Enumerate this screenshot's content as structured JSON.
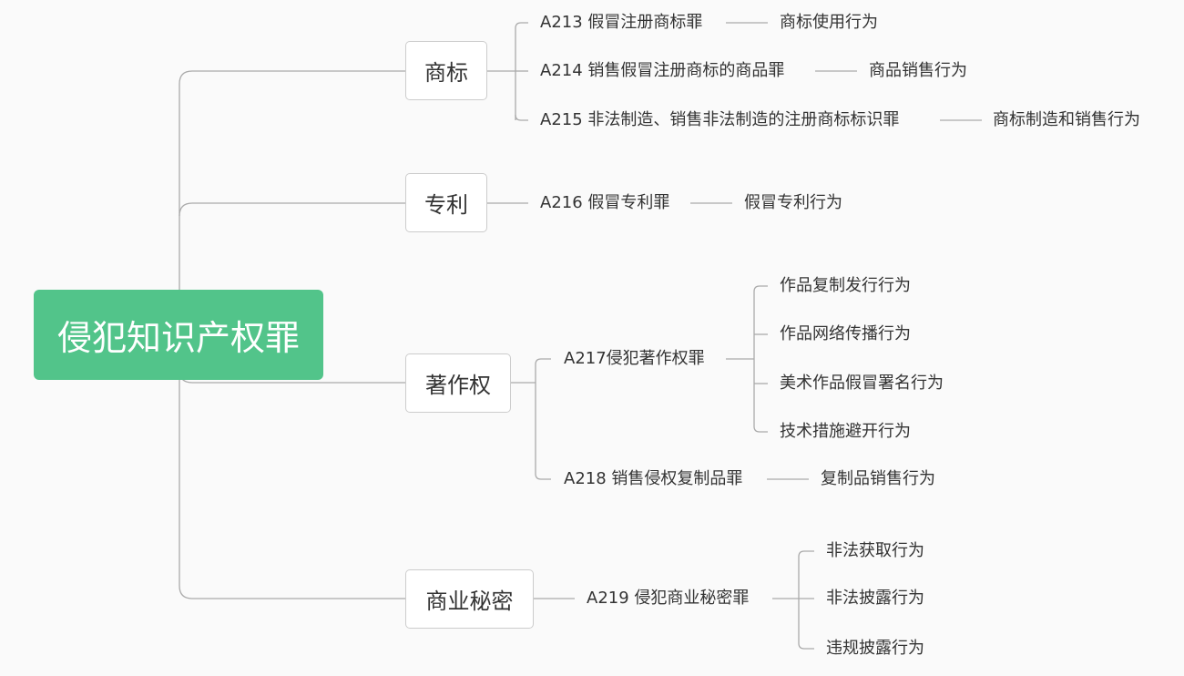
{
  "root": {
    "label": "侵犯知识产权罪"
  },
  "branches": [
    {
      "label": "商标",
      "crimes": [
        {
          "label": "A213 假冒注册商标罪",
          "acts": [
            "商标使用行为"
          ]
        },
        {
          "label": "A214 销售假冒注册商标的商品罪",
          "acts": [
            "商品销售行为"
          ]
        },
        {
          "label": "A215 非法制造、销售非法制造的注册商标标识罪",
          "acts": [
            "商标制造和销售行为"
          ]
        }
      ]
    },
    {
      "label": "专利",
      "crimes": [
        {
          "label": "A216 假冒专利罪",
          "acts": [
            "假冒专利行为"
          ]
        }
      ]
    },
    {
      "label": "著作权",
      "crimes": [
        {
          "label": "A217侵犯著作权罪",
          "acts": [
            "作品复制发行行为",
            "作品网络传播行为",
            "美术作品假冒署名行为",
            "技术措施避开行为"
          ]
        },
        {
          "label": "A218 销售侵权复制品罪",
          "acts": [
            "复制品销售行为"
          ]
        }
      ]
    },
    {
      "label": "商业秘密",
      "crimes": [
        {
          "label": "A219 侵犯商业秘密罪",
          "acts": [
            "非法获取行为",
            "非法披露行为",
            "违规披露行为"
          ]
        }
      ]
    }
  ],
  "colors": {
    "root_fill": "#52c48a",
    "root_text": "#ffffff",
    "line": "#aaaaaa",
    "node_border": "#cccccc",
    "text": "#333333",
    "background": "#fafafa"
  }
}
